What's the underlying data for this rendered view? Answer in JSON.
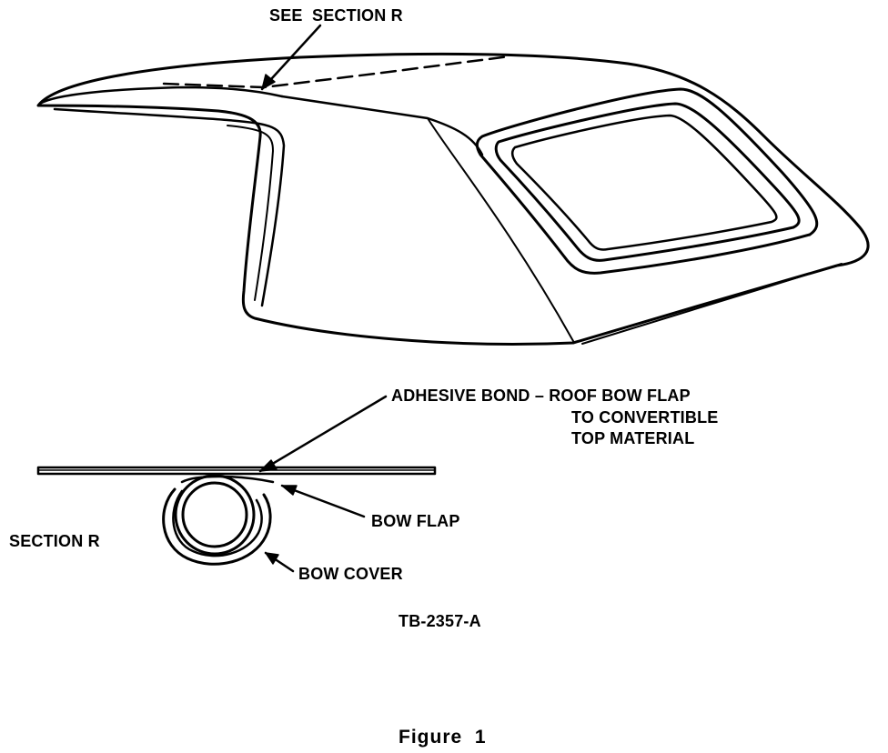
{
  "labels": {
    "see_section": "SEE  SECTION R",
    "adhesive_line1": "ADHESIVE BOND – ROOF BOW FLAP",
    "adhesive_line2": "TO CONVERTIBLE",
    "adhesive_line3": "TOP MATERIAL",
    "bow_flap": "BOW FLAP",
    "section_r": "SECTION R",
    "bow_cover": "BOW COVER",
    "ref_code": "TB-2357-A",
    "figure_caption": "Figure  1"
  },
  "colors": {
    "ink": "#000000",
    "paper": "#ffffff"
  }
}
